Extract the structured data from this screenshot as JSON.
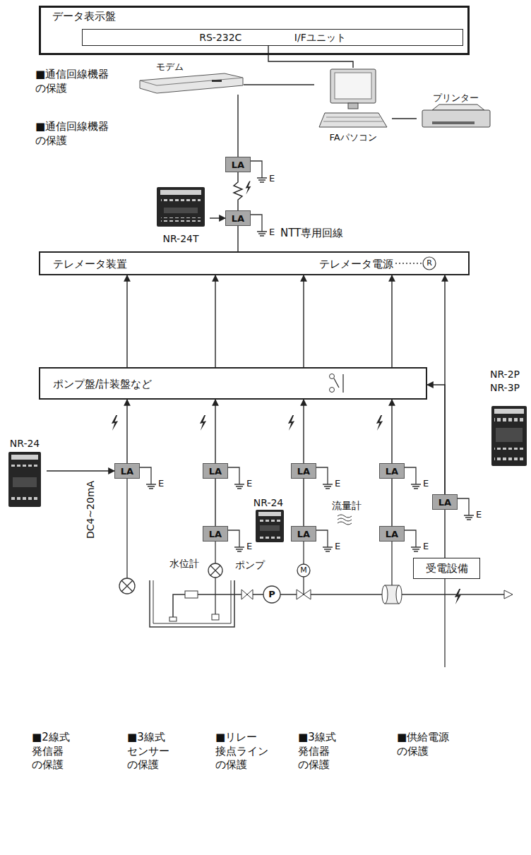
{
  "diagram": {
    "nodes": [
      {
        "text": [
          "データ表示盤"
        ]
      },
      {
        "text": [
          "RS-232C I/Fユニット"
        ],
        "in": 0
      },
      {
        "text": [
          "モデム"
        ]
      },
      {
        "text": [
          "FAパソコン"
        ]
      },
      {
        "text": [
          "プリンター"
        ]
      },
      {
        "text": [
          "LA"
        ]
      },
      {
        "text": [
          "NR-24T"
        ]
      },
      {
        "text": [
          "LA"
        ]
      },
      {
        "text": [
          "テレメータ装置",
          "テレメータ電源"
        ]
      },
      {
        "text": [
          "ポンプ盤/計装盤など"
        ]
      },
      {
        "text": [
          "NR-24"
        ]
      },
      {
        "text": [
          "LA"
        ]
      },
      {
        "text": [
          "LA"
        ]
      },
      {
        "text": [
          "LA"
        ]
      },
      {
        "text": [
          "LA"
        ]
      },
      {
        "text": [
          "NR-2P NR-3P"
        ]
      },
      {
        "text": [
          "LA"
        ]
      },
      {
        "text": [
          "NR-24"
        ]
      },
      {
        "text": [
          "LA"
        ]
      },
      {
        "text": [
          "LA"
        ]
      },
      {
        "text": [
          "LA"
        ]
      },
      {
        "text": [
          "受電設備"
        ]
      }
    ],
    "edges": [
      {
        "from": 1,
        "to": 3,
        "arrow": "none"
      },
      {
        "from": 2,
        "to": 3,
        "arrow": "none"
      },
      {
        "from": 3,
        "to": 4,
        "arrow": "none"
      },
      {
        "from": 2,
        "to": 5,
        "arrow": "none"
      },
      {
        "from": 5,
        "to": 7,
        "arrow": "none"
      },
      {
        "from": 6,
        "to": 7,
        "arrow": "to"
      },
      {
        "from": 7,
        "to": 8,
        "arrow": "none"
      },
      {
        "from": 9,
        "to": 8,
        "arrow": "to"
      },
      {
        "from": 9,
        "to": 8,
        "arrow": "to"
      },
      {
        "from": 9,
        "to": 8,
        "arrow": "to"
      },
      {
        "from": 9,
        "to": 8,
        "arrow": "to"
      },
      {
        "from": 10,
        "to": 11,
        "arrow": "to"
      },
      {
        "from": 11,
        "to": 9,
        "arrow": "to"
      },
      {
        "from": 12,
        "to": 9,
        "arrow": "to"
      },
      {
        "from": 13,
        "to": 9,
        "arrow": "to"
      },
      {
        "from": 14,
        "to": 9,
        "arrow": "to"
      },
      {
        "from": 18,
        "to": 12,
        "arrow": "none"
      },
      {
        "from": 19,
        "to": 13,
        "arrow": "none"
      },
      {
        "from": 20,
        "to": 14,
        "arrow": "none"
      },
      {
        "from": 21,
        "to": 16,
        "arrow": "none"
      },
      {
        "from": 16,
        "to": 8,
        "arrow": "to"
      },
      {
        "from": 16,
        "to": 9,
        "arrow": "to"
      }
    ],
    "labels": [
      "■通信回線機器 の保護",
      "■通信回線機器 の保護",
      "E",
      "E",
      "NTT専用回線",
      "R",
      "E",
      "E",
      "E",
      "E",
      "E",
      "DC4~20mA",
      "流量計",
      "E",
      "E",
      "E",
      "水位計",
      "ポンプ",
      "P",
      "M",
      "■2線式 発信器 の保護",
      "■3線式 センサー の保護",
      "■リレー 接点ライン の保護",
      "■3線式 発信器 の保護",
      "■供給電源 の保護"
    ]
  }
}
